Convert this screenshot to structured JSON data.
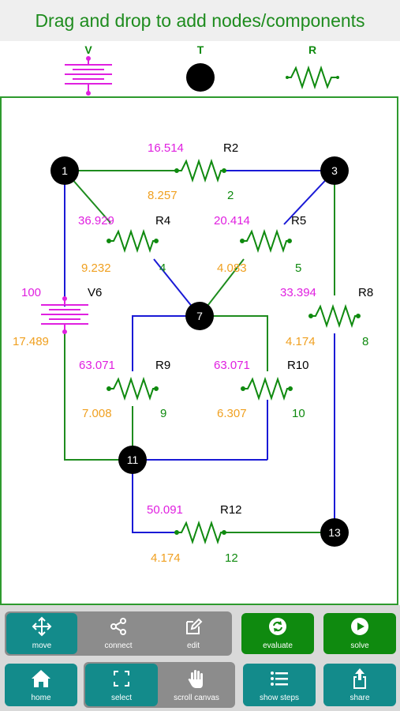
{
  "header": {
    "title": "Drag and drop to add nodes/components"
  },
  "palette": [
    {
      "label": "V",
      "component": "voltage-source",
      "color": "#e020e0"
    },
    {
      "label": "T",
      "component": "terminal-node",
      "color": "#000000"
    },
    {
      "label": "R",
      "component": "resistor",
      "color": "#0f8a0f"
    }
  ],
  "circuit": {
    "nodes": [
      "1",
      "3",
      "7",
      "11",
      "13"
    ],
    "components": {
      "R2": {
        "name": "R2",
        "top_value": "16.514",
        "bottom_value": "8.257",
        "id": "2"
      },
      "R4": {
        "name": "R4",
        "top_value": "36.929",
        "bottom_value": "9.232",
        "id": "4"
      },
      "R5": {
        "name": "R5",
        "top_value": "20.414",
        "bottom_value": "4.083",
        "id": "5"
      },
      "V6": {
        "name": "V6",
        "top_value": "100",
        "bottom_value": "17.489"
      },
      "R8": {
        "name": "R8",
        "top_value": "33.394",
        "bottom_value": "4.174",
        "id": "8"
      },
      "R9": {
        "name": "R9",
        "top_value": "63.071",
        "bottom_value": "7.008",
        "id": "9"
      },
      "R10": {
        "name": "R10",
        "top_value": "63.071",
        "bottom_value": "6.307",
        "id": "10"
      },
      "R12": {
        "name": "R12",
        "top_value": "50.091",
        "bottom_value": "4.174",
        "id": "12"
      }
    }
  },
  "colors": {
    "accent_green": "#1e8c1e",
    "wire_blue": "#1a1ad6",
    "wire_green": "#1e8c1e",
    "value_magenta": "#e020e0",
    "value_orange": "#f0a020",
    "button_teal": "#138b8b",
    "button_green": "#0f8a0f",
    "group_gray": "#8c8c8c"
  },
  "toolbar": {
    "move": {
      "label": "move",
      "icon": "move-arrows-icon"
    },
    "connect": {
      "label": "connect",
      "icon": "share-nodes-icon"
    },
    "edit": {
      "label": "edit",
      "icon": "pencil-square-icon"
    },
    "evaluate": {
      "label": "evaluate",
      "icon": "refresh-circle-icon"
    },
    "solve": {
      "label": "solve",
      "icon": "play-circle-icon"
    },
    "home": {
      "label": "home",
      "icon": "home-icon"
    },
    "select": {
      "label": "select",
      "icon": "selection-corners-icon"
    },
    "scroll_canvas": {
      "label": "scroll canvas",
      "icon": "hand-icon"
    },
    "show_steps": {
      "label": "show steps",
      "icon": "list-icon"
    },
    "share": {
      "label": "share",
      "icon": "share-upload-icon"
    }
  }
}
